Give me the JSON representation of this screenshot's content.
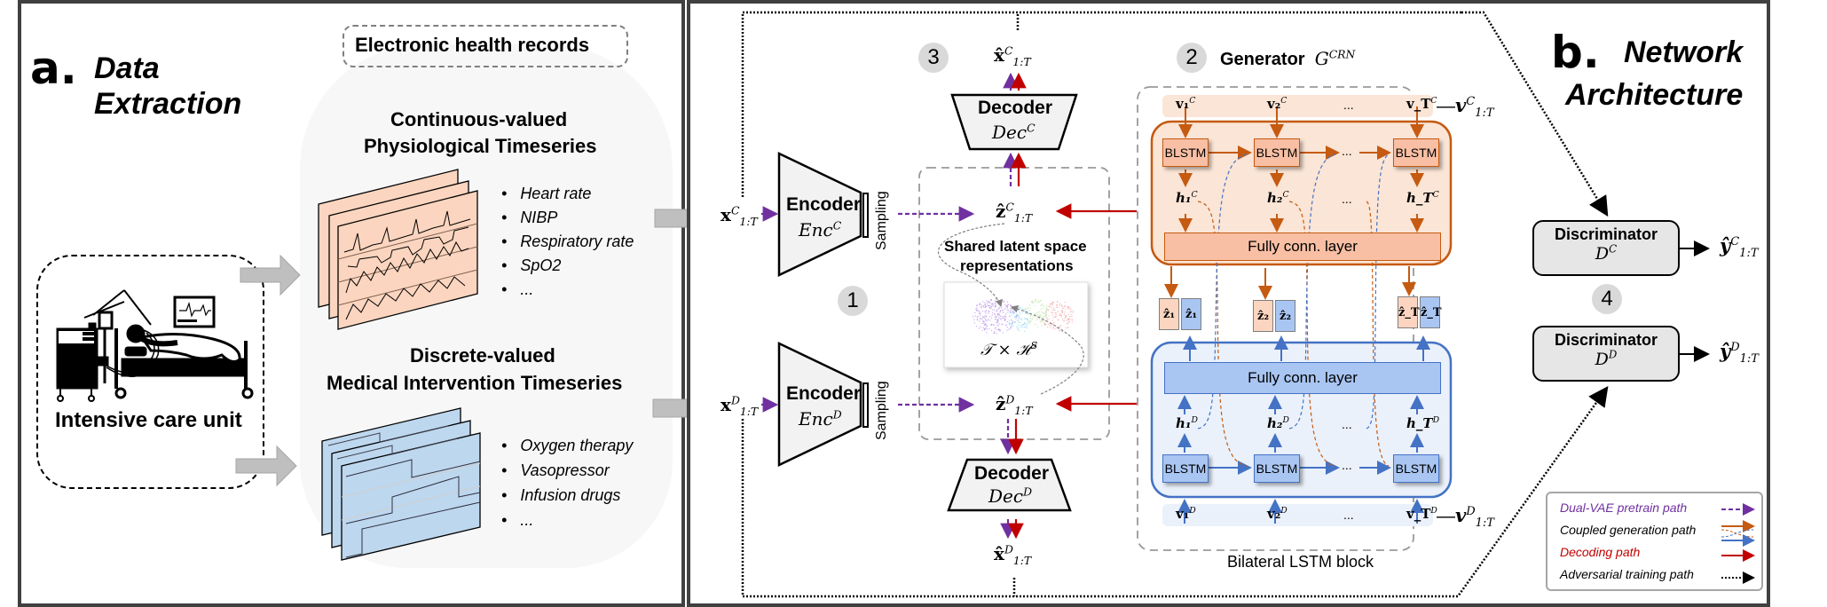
{
  "panel_a": {
    "letter": "a.",
    "title_line1": "Data",
    "title_line2": "Extraction",
    "ehr_label": "Electronic health records",
    "icu_label": "Intensive care unit",
    "continuous": {
      "title_line1": "Continuous-valued",
      "title_line2": "Physiological Timeseries",
      "items": [
        "Heart rate",
        "NIBP",
        "Respiratory rate",
        "SpO2",
        "..."
      ]
    },
    "discrete": {
      "title_line1": "Discrete-valued",
      "title_line2": "Medical Intervention Timeseries",
      "items": [
        "Oxygen therapy",
        "Vasopressor",
        "Infusion drugs",
        "..."
      ]
    }
  },
  "panel_b": {
    "letter": "b.",
    "title_line1": "Network",
    "title_line2": "Architecture",
    "steps": [
      "1",
      "2",
      "3",
      "4"
    ],
    "inputs": {
      "xc": {
        "base": "x",
        "sup": "C",
        "sub": "1:T"
      },
      "xd": {
        "base": "x",
        "sup": "D",
        "sub": "1:T"
      }
    },
    "encoder_c": {
      "label": "Encoder",
      "sym": "Enc",
      "sup": "C"
    },
    "encoder_d": {
      "label": "Encoder",
      "sym": "Enc",
      "sup": "D"
    },
    "sampling_label": "Sampling",
    "decoder_c": {
      "label": "Decoder",
      "sym": "Dec",
      "sup": "C"
    },
    "decoder_d": {
      "label": "Decoder",
      "sym": "Dec",
      "sup": "D"
    },
    "recon_c": {
      "base": "x̂",
      "sup": "C",
      "sub": "1:T"
    },
    "recon_d": {
      "base": "x̂",
      "sup": "D",
      "sub": "1:T"
    },
    "latent_c": {
      "base": "ẑ",
      "sup": "C",
      "sub": "1:T"
    },
    "latent_d": {
      "base": "ẑ",
      "sup": "D",
      "sub": "1:T"
    },
    "shared_latent_line1": "Shared latent space",
    "shared_latent_line2": "representations",
    "latent_space_formula": "𝒯 × ℋ",
    "latent_space_sup": "S",
    "generator": {
      "title": "Generator",
      "sym": "G",
      "sup": "CRN",
      "block_label": "Bilateral LSTM block",
      "blstm_label": "BLSTM",
      "fc_label": "Fully conn. layer",
      "ellipsis": "...",
      "v_c": [
        "v₁",
        "v₂",
        "...",
        "v_T"
      ],
      "v_d": [
        "v₁",
        "v₂",
        "...",
        "v_T"
      ],
      "v_c_sup": "C",
      "v_d_sup": "D",
      "v_c_all": {
        "base": "v",
        "sup": "C",
        "sub": "1:T"
      },
      "v_d_all": {
        "base": "v",
        "sup": "D",
        "sub": "1:T"
      },
      "h_c": [
        "h₁",
        "h₂",
        "...",
        "h_T"
      ],
      "h_d": [
        "h₁",
        "h₂",
        "...",
        "h_T"
      ],
      "z_pairs": [
        {
          "c": "ẑ₁",
          "d": "ẑ₁"
        },
        {
          "c": "ẑ₂",
          "d": "ẑ₂"
        },
        {
          "c": "ẑ_T",
          "d": "ẑ_T"
        }
      ]
    },
    "discriminator_c": {
      "label": "Discriminator",
      "sym": "D",
      "sup": "C",
      "out_base": "ŷ",
      "out_sup": "C",
      "out_sub": "1:T"
    },
    "discriminator_d": {
      "label": "Discriminator",
      "sym": "D",
      "sup": "D",
      "out_base": "ŷ",
      "out_sup": "D",
      "out_sub": "1:T"
    },
    "legend": [
      {
        "label": "Dual-VAE pretrain path",
        "color": "#7030a0",
        "style": "dashed"
      },
      {
        "label": "Coupled generation path",
        "color": "#000000",
        "style": "coupled"
      },
      {
        "label": "Decoding path",
        "color": "#c00000",
        "style": "solid"
      },
      {
        "label": "Adversarial training path",
        "color": "#000000",
        "style": "dotted"
      }
    ]
  },
  "colors": {
    "purple": "#7030a0",
    "red": "#c00000",
    "orange": "#c55a11",
    "blue": "#4472c4",
    "orange_fill": "#fbe5d6",
    "blue_fill": "#eaf1fb",
    "border": "#404040",
    "gray_arrow": "#bfbfbf"
  }
}
